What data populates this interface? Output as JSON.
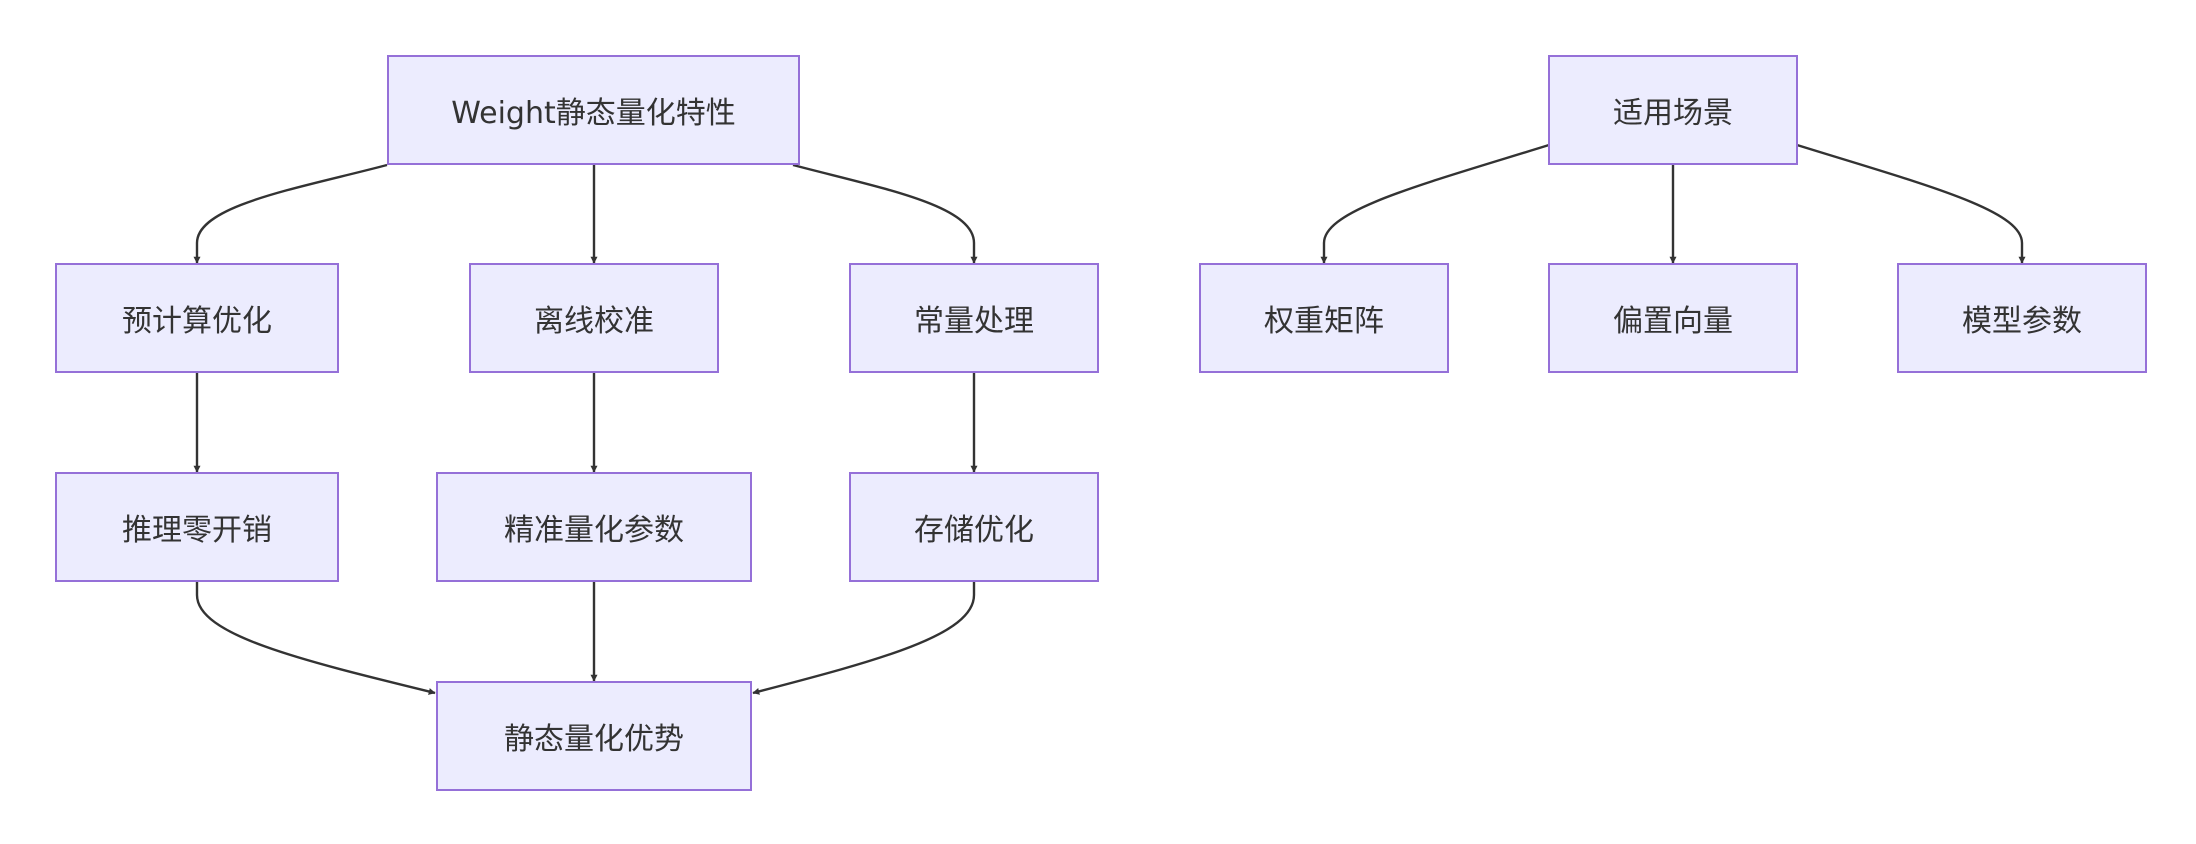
{
  "diagram": {
    "type": "flowchart",
    "colors": {
      "node_fill": "#ececfe",
      "node_border": "#9570d8",
      "text": "#333333",
      "edge": "#333333"
    },
    "nodes": {
      "weight_static": "Weight静态量化特性",
      "precompute": "预计算优化",
      "offline_calib": "离线校准",
      "const_handling": "常量处理",
      "zero_overhead": "推理零开销",
      "precise_params": "精准量化参数",
      "storage_opt": "存储优化",
      "static_advantage": "静态量化优势",
      "scenarios": "适用场景",
      "weight_matrix": "权重矩阵",
      "bias_vector": "偏置向量",
      "model_params": "模型参数"
    },
    "edges": [
      {
        "from": "weight_static",
        "to": "precompute"
      },
      {
        "from": "weight_static",
        "to": "offline_calib"
      },
      {
        "from": "weight_static",
        "to": "const_handling"
      },
      {
        "from": "precompute",
        "to": "zero_overhead"
      },
      {
        "from": "offline_calib",
        "to": "precise_params"
      },
      {
        "from": "const_handling",
        "to": "storage_opt"
      },
      {
        "from": "zero_overhead",
        "to": "static_advantage"
      },
      {
        "from": "precise_params",
        "to": "static_advantage"
      },
      {
        "from": "storage_opt",
        "to": "static_advantage"
      },
      {
        "from": "scenarios",
        "to": "weight_matrix"
      },
      {
        "from": "scenarios",
        "to": "bias_vector"
      },
      {
        "from": "scenarios",
        "to": "model_params"
      }
    ]
  }
}
